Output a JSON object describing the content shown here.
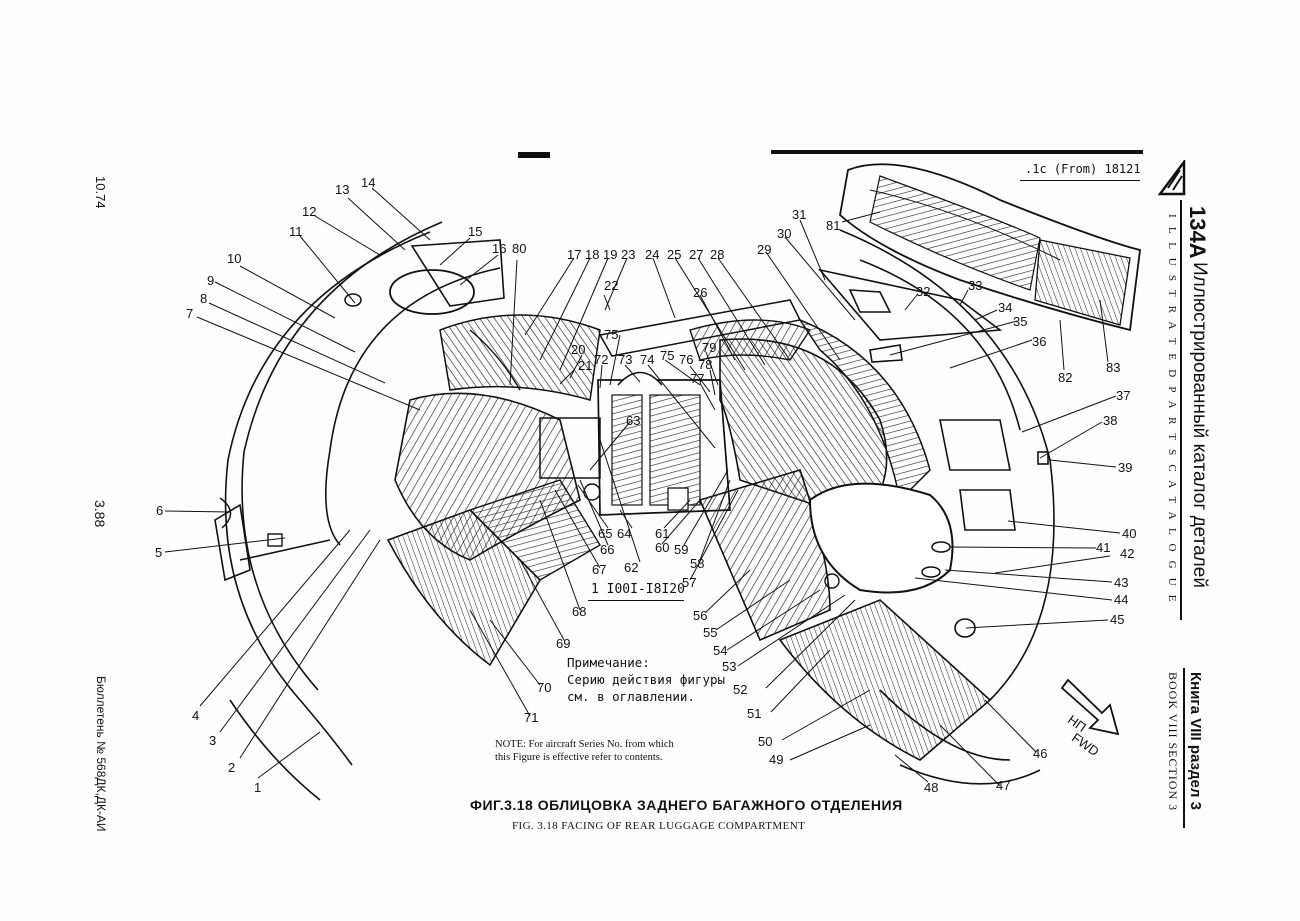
{
  "header": {
    "model": "134А",
    "title_ru": "Иллюстрированный  каталог  деталей",
    "title_en": "I L L U S T R A T E D   P A R T S   C A T A L O G U E",
    "book_ru": "Книга VIII  раздел  3",
    "book_en": "BOOK VIII SECTION  3",
    "effectivity_top": ".1с (From) 18121"
  },
  "left_margin": {
    "date": "10.74",
    "page_no": "3.88",
    "bulletin": "Бюллетень № 568ДК,ДК-АИ"
  },
  "figure": {
    "caption_ru": "ФИГ.3.18 ОБЛИЦОВКА ЗАДНЕГО  БАГАЖНОГО ОТДЕЛЕНИЯ",
    "caption_en": "FIG. 3.18 FACING OF REAR LUGGAGE COMPARTMENT",
    "effectivity_mid": "1  I00I-I8I20",
    "note_ru_1": "Примечание:",
    "note_ru_2": "Серию действия фигуры",
    "note_ru_3": "см. в оглавлении.",
    "note_en_1": "NOTE: For aircraft Series No. from which",
    "note_en_2": "this Figure is effective refer to contents.",
    "fwd_ru": "НП",
    "fwd_en": "FWD"
  },
  "callouts": [
    "1",
    "2",
    "3",
    "4",
    "5",
    "6",
    "7",
    "8",
    "9",
    "10",
    "11",
    "12",
    "13",
    "14",
    "15",
    "16",
    "80",
    "17",
    "18",
    "19",
    "23",
    "24",
    "25",
    "27",
    "28",
    "29",
    "30",
    "31",
    "81",
    "22",
    "75",
    "26",
    "20",
    "21",
    "72",
    "73",
    "74",
    "75",
    "76",
    "79",
    "78",
    "77",
    "63",
    "65",
    "64",
    "61",
    "60",
    "59",
    "66",
    "62",
    "58",
    "57",
    "67",
    "68",
    "69",
    "70",
    "71",
    "56",
    "55",
    "54",
    "53",
    "52",
    "51",
    "50",
    "49",
    "48",
    "47",
    "46",
    "45",
    "44",
    "43",
    "42",
    "41",
    "40",
    "39",
    "38",
    "37",
    "36",
    "35",
    "34",
    "33",
    "32",
    "82",
    "83"
  ]
}
